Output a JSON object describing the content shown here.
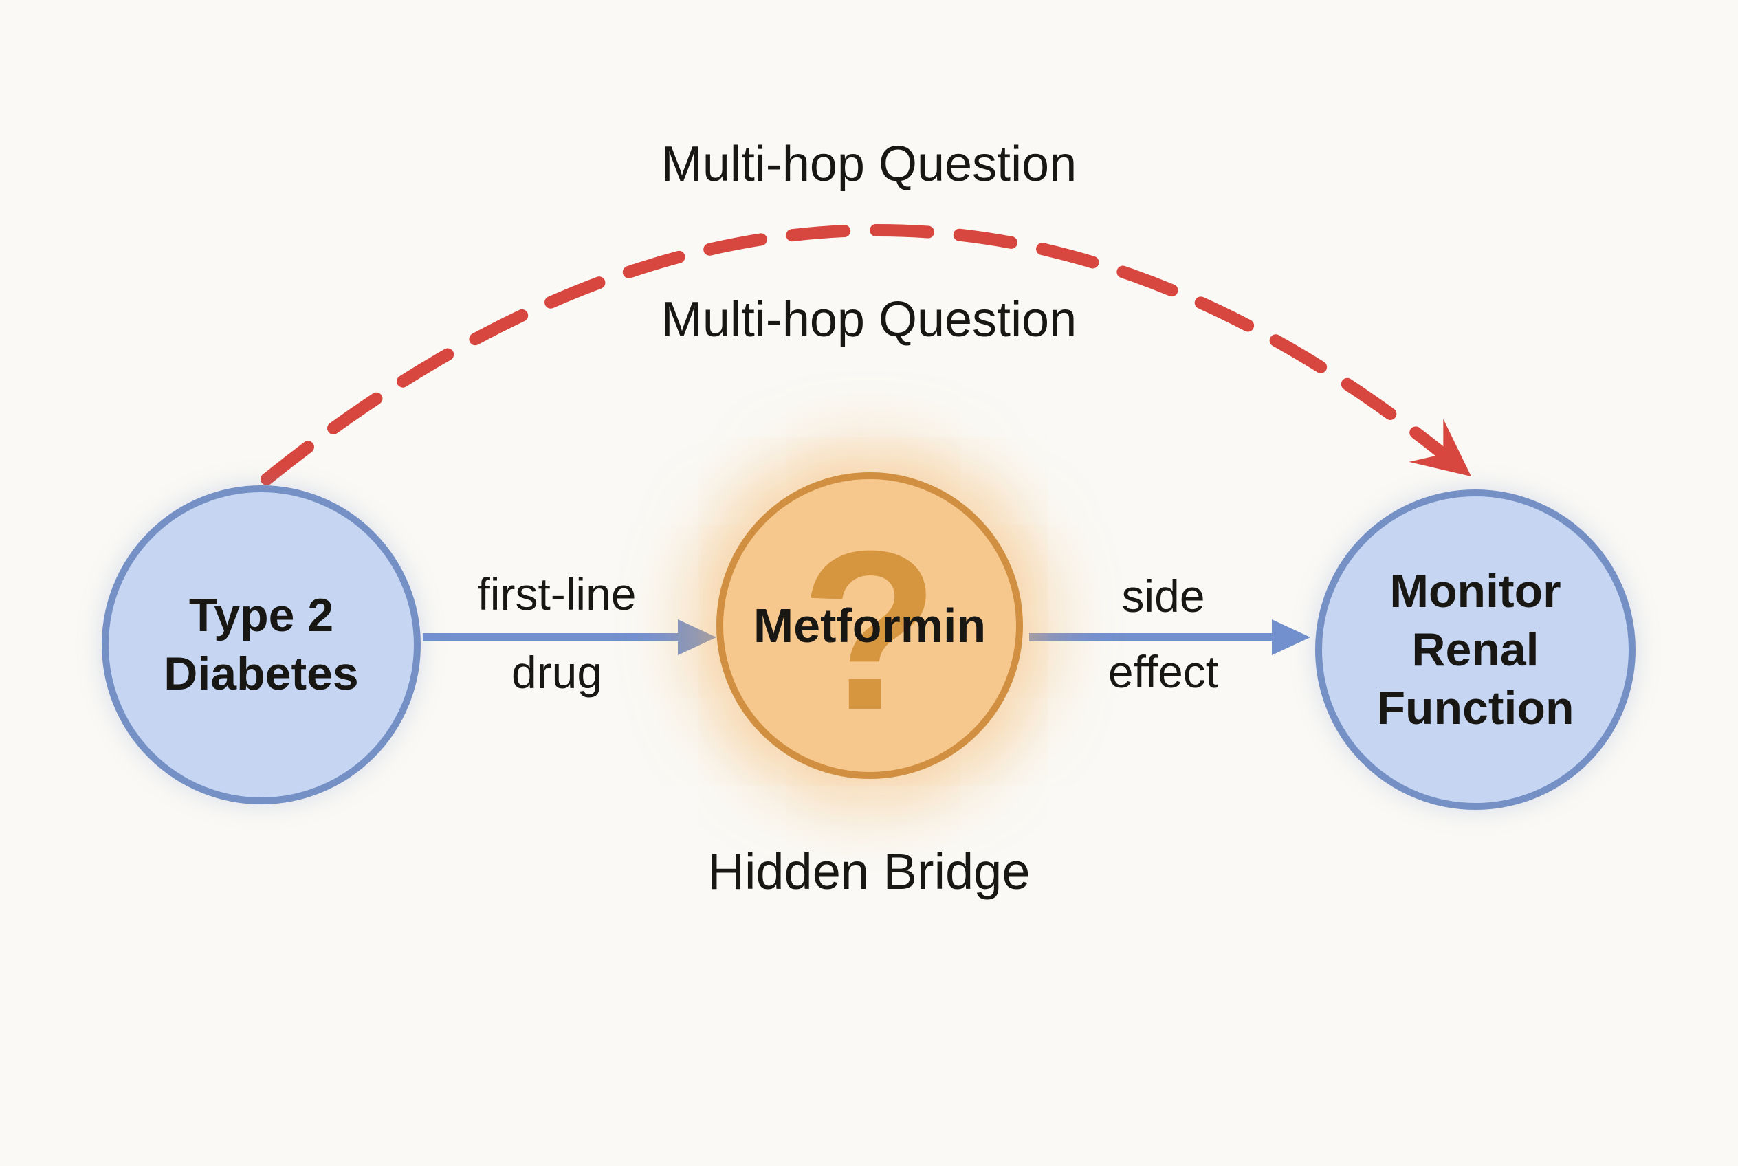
{
  "arc": {
    "label_above": "Multi-hop Question",
    "label_below": "Multi-hop Question"
  },
  "edges": {
    "first": {
      "top": "first-line",
      "bottom": "drug"
    },
    "second": {
      "top": "side",
      "bottom": "effect"
    }
  },
  "nodes": {
    "source": {
      "lines": {
        "0": "Type 2",
        "1": "Diabetes"
      }
    },
    "bridge": {
      "label": "Metformin",
      "watermark": "?",
      "caption": "Hidden Bridge"
    },
    "target": {
      "lines": {
        "0": "Monitor",
        "1": "Renal",
        "2": "Function"
      }
    }
  },
  "colors": {
    "background": "#faf9f5",
    "text": "#191713",
    "node_blue_fill": "#c5d5f2",
    "node_blue_border": "#7590c5",
    "node_orange_fill": "#f6c88e",
    "node_orange_border": "#d18f41",
    "watermark_orange": "#d6953f",
    "arrow_blue": "#7290cd",
    "arrow_red": "#d8473f"
  }
}
